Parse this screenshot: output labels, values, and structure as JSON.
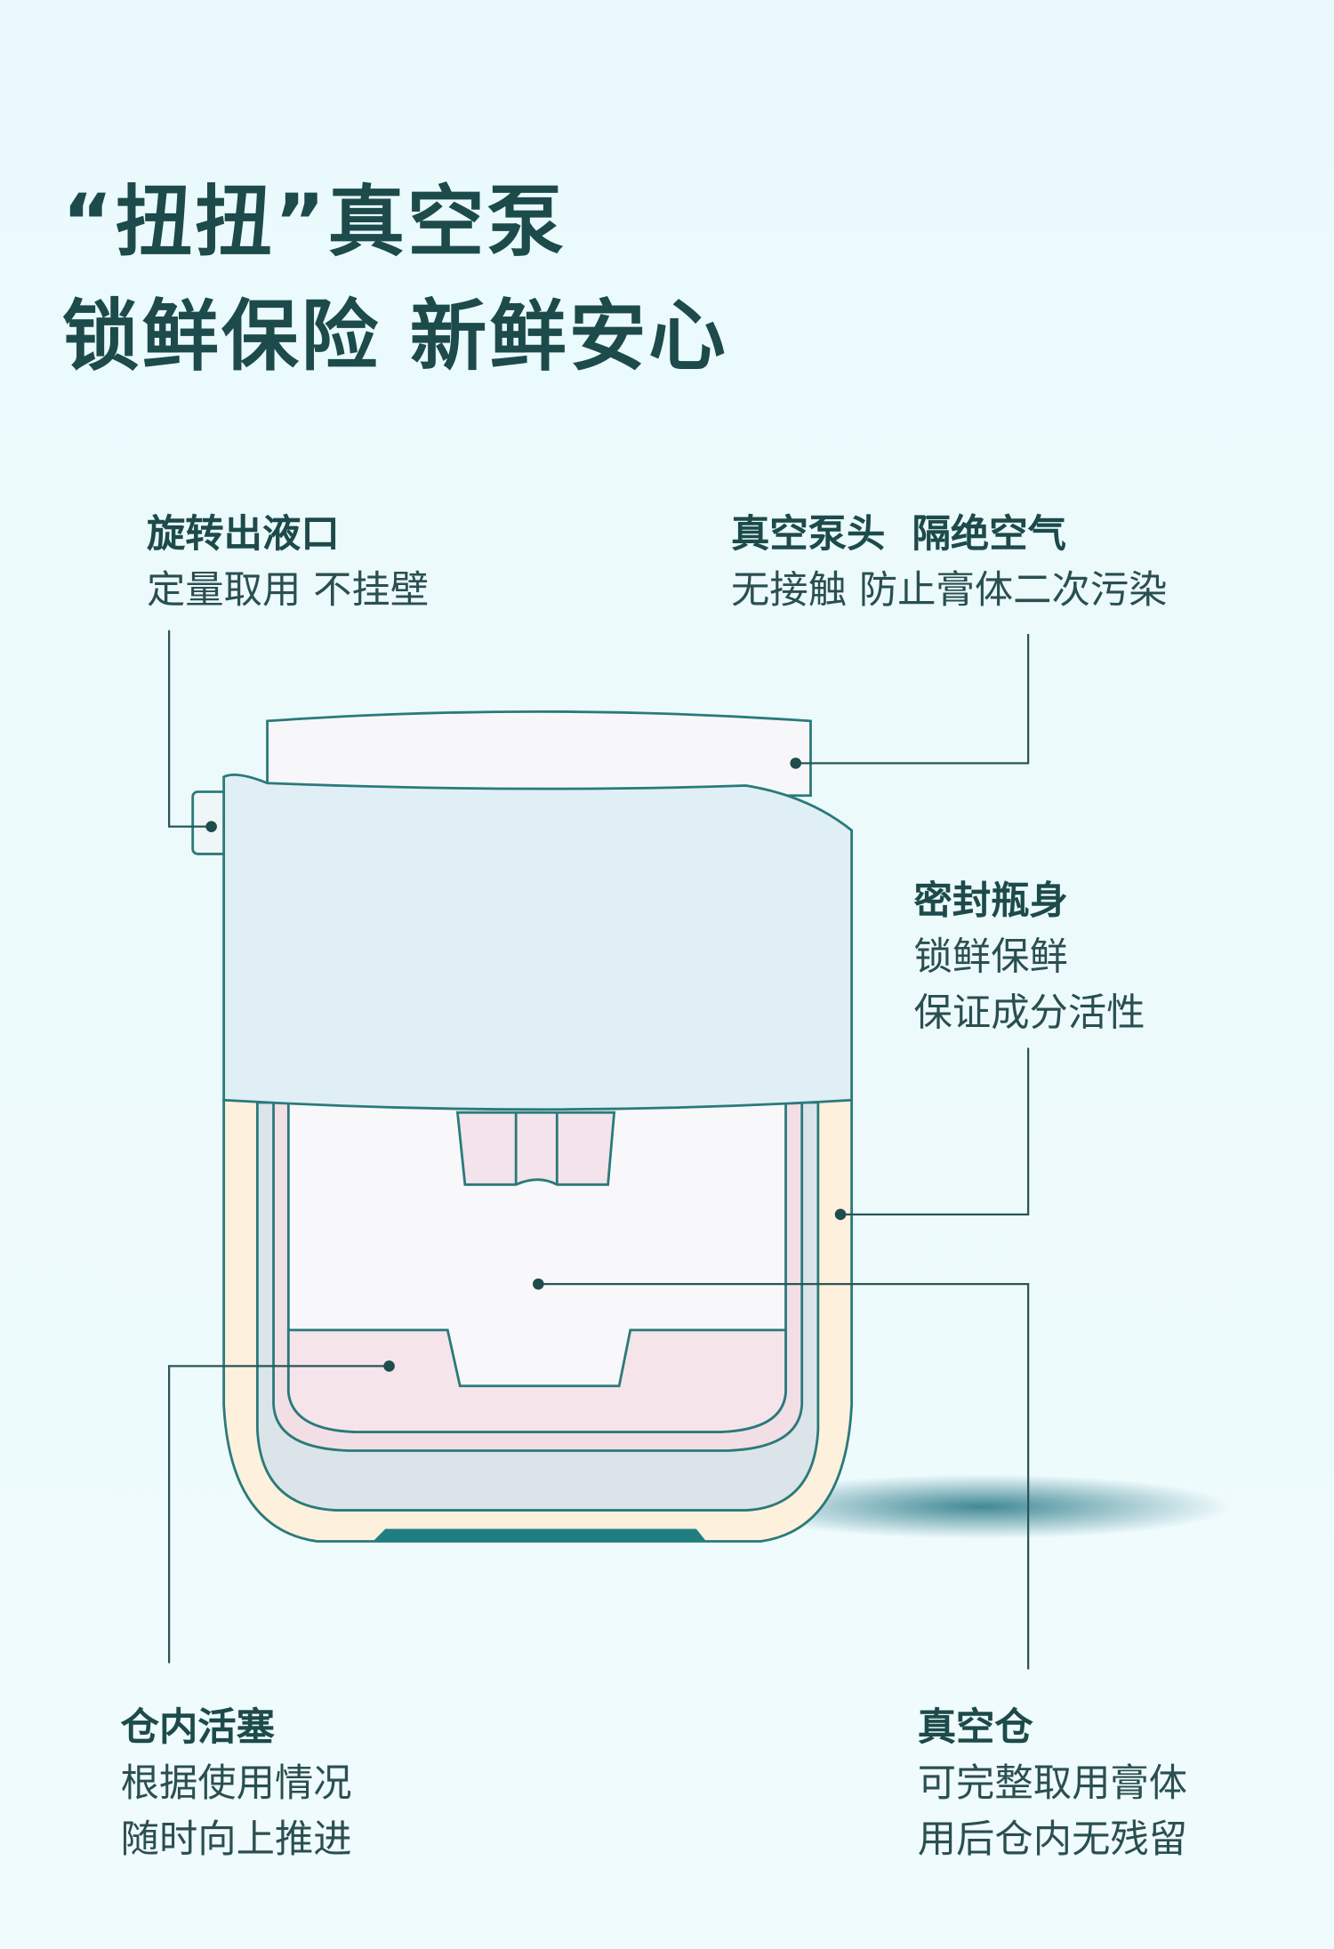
{
  "title": {
    "line1": "“扭扭”真空泵",
    "line2": "锁鲜保险 新鲜安心"
  },
  "callouts": {
    "spout": {
      "title": "旋转出液口",
      "lines": [
        "定量取用 不挂壁"
      ]
    },
    "pump_head": {
      "title": "真空泵头  隔绝空气",
      "lines": [
        "无接触 防止膏体二次污染"
      ]
    },
    "bottle_body": {
      "title": "密封瓶身",
      "lines": [
        "锁鲜保鲜",
        "保证成分活性"
      ]
    },
    "piston": {
      "title": "仓内活塞",
      "lines": [
        "根据使用情况",
        "随时向上推进"
      ]
    },
    "vacuum_chamber": {
      "title": "真空仓",
      "lines": [
        "可完整取用膏体",
        "用后仓内无残留"
      ]
    }
  },
  "colors": {
    "text": "#1d4a4a",
    "outline": "#2a7a7a",
    "background": "#edfafc"
  }
}
